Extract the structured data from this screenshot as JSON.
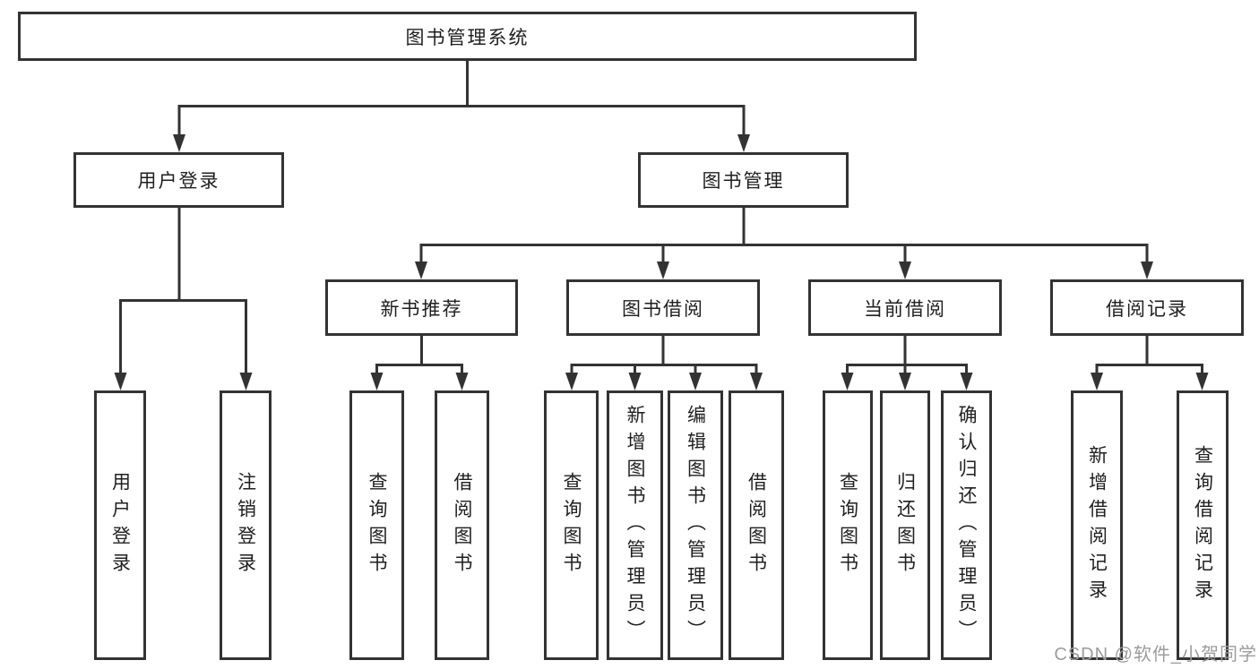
{
  "diagram_title": "图书管理系统",
  "tree": {
    "root": {
      "label": "图书管理系统"
    },
    "user_login": {
      "label": "用户登录",
      "children": [
        {
          "label": "用户登录"
        },
        {
          "label": "注销登录"
        }
      ]
    },
    "book_management": {
      "label": "图书管理",
      "children": [
        {
          "label": "新书推荐",
          "children": [
            {
              "label": "查询图书"
            },
            {
              "label": "借阅图书"
            }
          ]
        },
        {
          "label": "图书借阅",
          "children": [
            {
              "label": "查询图书"
            },
            {
              "label": "新增图书（管理员）"
            },
            {
              "label": "编辑图书（管理员）"
            },
            {
              "label": "借阅图书"
            }
          ]
        },
        {
          "label": "当前借阅",
          "children": [
            {
              "label": "查询图书"
            },
            {
              "label": "归还图书"
            },
            {
              "label": "确认归还（管理员）"
            }
          ]
        },
        {
          "label": "借阅记录",
          "children": [
            {
              "label": "新增借阅记录"
            },
            {
              "label": "查询借阅记录"
            }
          ]
        }
      ]
    }
  },
  "watermark": "CSDN @软件_小贺同学",
  "colors": {
    "line": "#333333",
    "box_border": "#333333",
    "text": "#1f1f1f",
    "watermark": "#9c9c9c",
    "background": "#ffffff"
  }
}
